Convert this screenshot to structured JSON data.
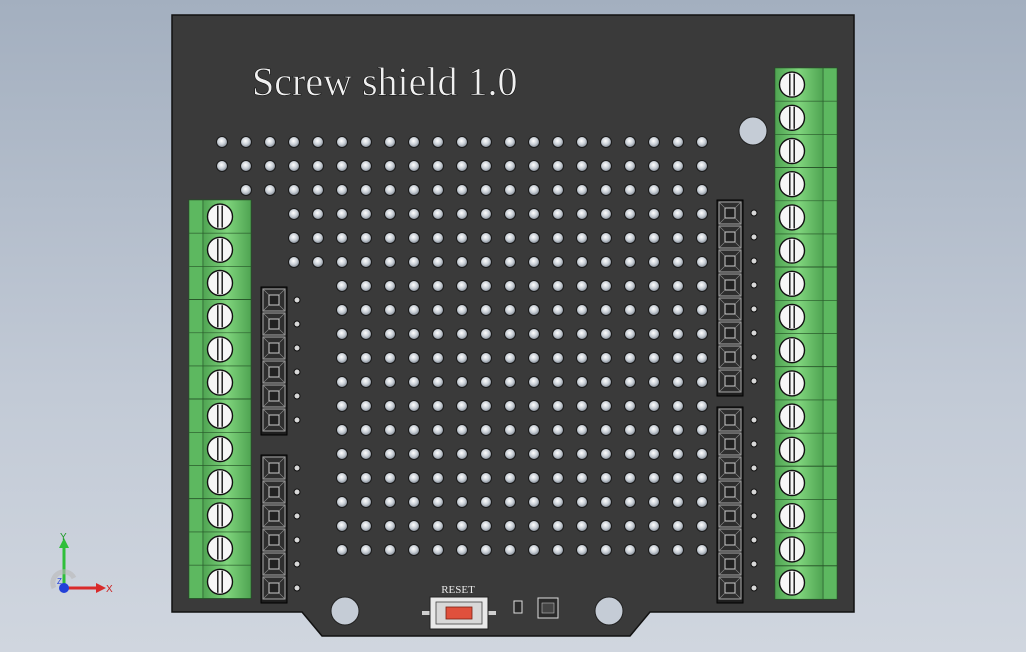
{
  "board": {
    "title": "Screw shield 1.0",
    "reset_label": "RESET"
  },
  "triad": {
    "y_label": "Y",
    "x_label": "X",
    "z_label": "Z"
  },
  "colors": {
    "background_top": "#a3afbf",
    "background_bottom": "#d0d6df",
    "pcb": "#3a3a3a",
    "terminal_green": "#6cc36c",
    "terminal_dark": "#2f7d3a",
    "screw": "#f4f4f4",
    "pad": "#c9cfd6",
    "reset_button": "#e0503c"
  },
  "icons": {
    "screw_terminal": "screw-terminal-icon",
    "header_pin": "header-pin-icon",
    "mount_hole": "mount-hole-icon"
  }
}
